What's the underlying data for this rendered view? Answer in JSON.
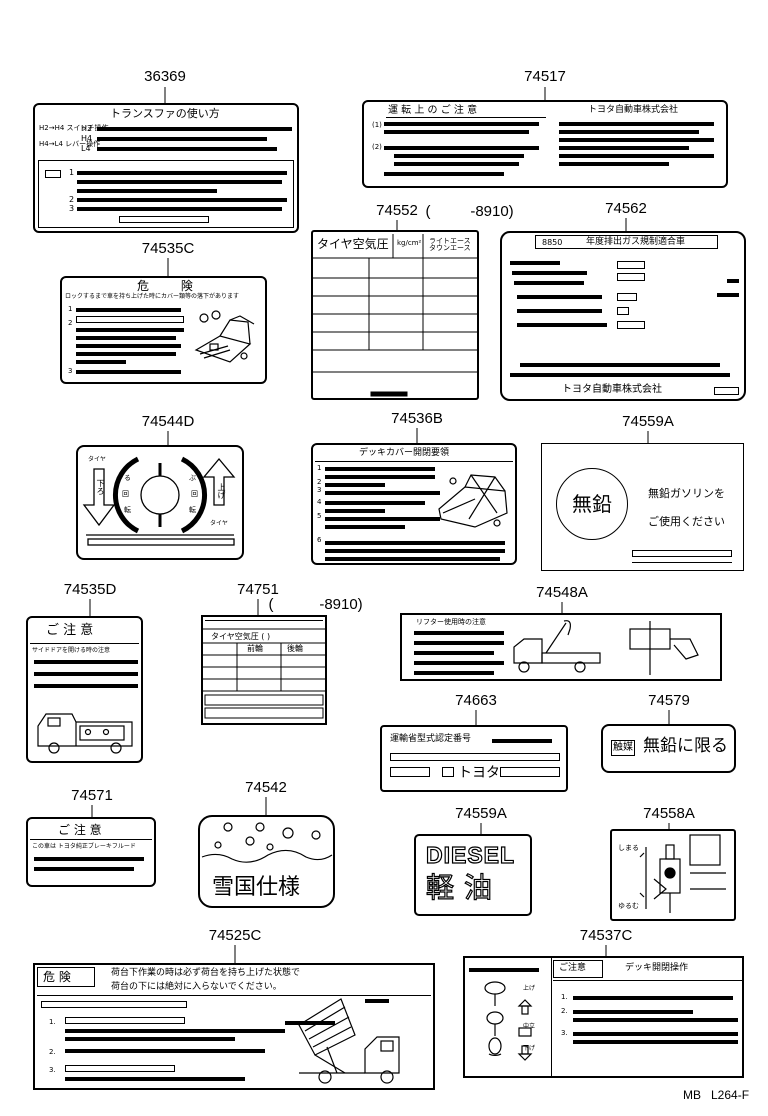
{
  "part_numbers": {
    "p36369": "36369",
    "p74517": "74517",
    "p74552": "74552",
    "p74552_range_open": "(",
    "p74552_range": "-8910)",
    "p74562": "74562",
    "p74535C": "74535C",
    "p74544D": "74544D",
    "p74536B": "74536B",
    "p74559A_1": "74559A",
    "p74535D": "74535D",
    "p74751": "74751",
    "p74751_range_open": "(",
    "p74751_range": "-8910)",
    "p74548A": "74548A",
    "p74663": "74663",
    "p74579": "74579",
    "p74571": "74571",
    "p74542": "74542",
    "p74559A_2": "74559A",
    "p74558A": "74558A",
    "p74525C": "74525C",
    "p74537C": "74537C"
  },
  "labels": {
    "l36369": {
      "title": "トランスファの使い方",
      "rows": [
        "H2→H4 スイッチ操作",
        "H4→L4 レバー操作"
      ],
      "codes": [
        "H2",
        "H4",
        "L4"
      ],
      "numbers": [
        "1",
        "2",
        "3"
      ]
    },
    "l74517": {
      "title": "運 転 上 の ご 注 意",
      "maker": "トヨタ自動車株式会社",
      "numbers": [
        "(1)",
        "(2)"
      ]
    },
    "l74552": {
      "title": "タイヤ空気圧",
      "unit": "kg/cm²",
      "col_head": "ライトエース タウンエース"
    },
    "l74562": {
      "code": "8850",
      "title": "年度排出ガス規制適合車",
      "maker": "トヨタ自動車株式会社"
    },
    "l74535C": {
      "title": "危 険",
      "subtitle": "ロックするまで車を持ち上げた時にカバー類等の落下があります",
      "numbers": [
        "1",
        "2",
        "3"
      ]
    },
    "l74544D": {
      "left_top": "タイヤ",
      "left_word": "下ろ",
      "right_word": "上げ",
      "right_bottom": "タイヤ",
      "ring_left": [
        "る",
        "回",
        "転"
      ],
      "ring_right": [
        "ぶ",
        "回",
        "転"
      ]
    },
    "l74536B": {
      "title": "デッキカバー開閉要領",
      "numbers": [
        "1",
        "2",
        "3",
        "4",
        "5",
        "6"
      ]
    },
    "l74559A_top": {
      "circle": "無鉛",
      "line1": "無鉛ガソリンを",
      "line2": "ご使用ください"
    },
    "l74535D": {
      "title": "ご 注 意",
      "sub": "サイドドアを開ける時の注意"
    },
    "l74751": {
      "title": "タイヤ空気圧 (   )",
      "col1": "前輪",
      "col2": "後輪"
    },
    "l74548A": {
      "title": "リフター使用時の注意"
    },
    "l74663": {
      "title": "運輸省型式認定番号",
      "brand": "トヨタ"
    },
    "l74579": {
      "badge": "触媒",
      "text": "無鉛に限る"
    },
    "l74571": {
      "title": "ご 注 意",
      "sub": "この車は トヨタ純正ブレーキフルード"
    },
    "l74542": {
      "text": "雪国仕様"
    },
    "l74559A_bottom": {
      "top": "DIESEL",
      "bottom": "軽油"
    },
    "l74558A": {
      "top": "しまる",
      "bottom": "ゆるむ"
    },
    "l74525C": {
      "title": "危 険",
      "text1": "荷台下作業の時は必ず荷台を持ち上げた状態で",
      "text2": "荷台の下には絶対に入らないでください。",
      "numbers": [
        "1.",
        "2.",
        "3."
      ]
    },
    "l74537C": {
      "title": "ご注意",
      "title2": "デッキ開閉操作",
      "arrows": [
        "上げ",
        "中立",
        "下げ"
      ],
      "numbers": [
        "1.",
        "2.",
        "3."
      ]
    }
  },
  "footer": {
    "code": "MB   L264-F"
  }
}
